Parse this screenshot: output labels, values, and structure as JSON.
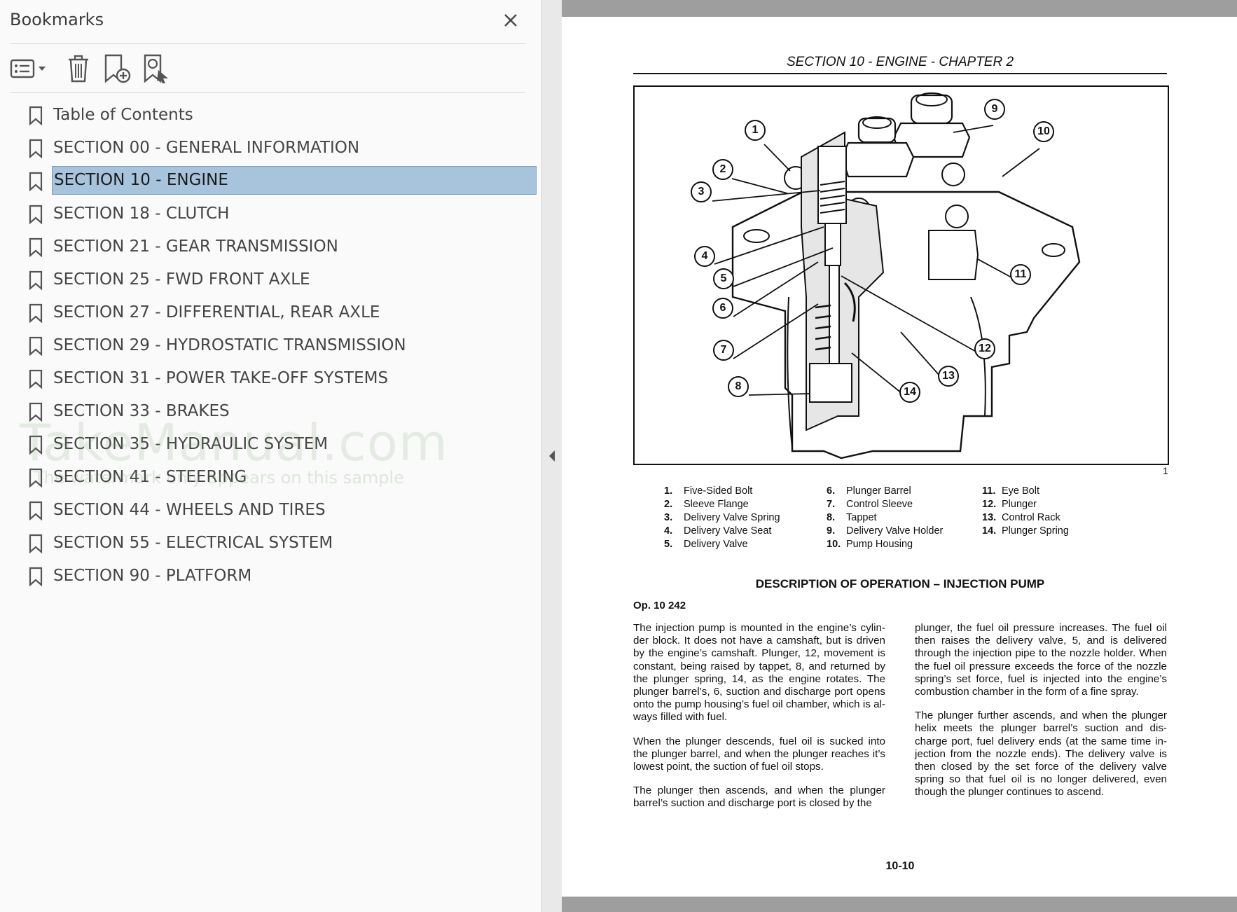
{
  "panel": {
    "title": "Bookmarks",
    "toolbar": [
      {
        "icon": "options-list-icon"
      },
      {
        "icon": "delete-bookmark-icon"
      },
      {
        "icon": "new-bookmark-icon"
      },
      {
        "icon": "find-bookmark-icon"
      }
    ],
    "bookmarks": [
      {
        "label": "Table of Contents"
      },
      {
        "label": "SECTION 00 - GENERAL INFORMATION"
      },
      {
        "label": "SECTION 10 - ENGINE",
        "selected": true
      },
      {
        "label": "SECTION 18 - CLUTCH"
      },
      {
        "label": "SECTION 21 - GEAR TRANSMISSION"
      },
      {
        "label": "SECTION 25 - FWD FRONT AXLE"
      },
      {
        "label": "SECTION 27 - DIFFERENTIAL, REAR AXLE"
      },
      {
        "label": "SECTION 29 - HYDROSTATIC TRANSMISSION"
      },
      {
        "label": "SECTION 31 - POWER TAKE-OFF SYSTEMS"
      },
      {
        "label": "SECTION 33 - BRAKES"
      },
      {
        "label": "SECTION 35 - HYDRAULIC SYSTEM"
      },
      {
        "label": "SECTION 41 - STEERING"
      },
      {
        "label": "SECTION 44 - WHEELS AND TIRES"
      },
      {
        "label": "SECTION 55 - ELECTRICAL SYSTEM"
      },
      {
        "label": "SECTION 90 - PLATFORM"
      }
    ],
    "watermark": {
      "main": "TakeManual.com",
      "sub": "The watermark only appears on this sample"
    },
    "selection_color": "#a7c4dc"
  },
  "document": {
    "running_head": "SECTION 10 - ENGINE - CHAPTER 2",
    "figure_number": "1",
    "callouts": [
      "1",
      "2",
      "3",
      "4",
      "5",
      "6",
      "7",
      "8",
      "9",
      "10",
      "11",
      "12",
      "13",
      "14"
    ],
    "legend": [
      [
        {
          "n": "1.",
          "t": "Five-Sided Bolt"
        },
        {
          "n": "2.",
          "t": "Sleeve Flange"
        },
        {
          "n": "3.",
          "t": "Delivery Valve Spring"
        },
        {
          "n": "4.",
          "t": "Delivery Valve Seat"
        },
        {
          "n": "5.",
          "t": "Delivery Valve"
        }
      ],
      [
        {
          "n": "6.",
          "t": "Plunger Barrel"
        },
        {
          "n": "7.",
          "t": "Control Sleeve"
        },
        {
          "n": "8.",
          "t": "Tappet"
        },
        {
          "n": "9.",
          "t": "Delivery Valve Holder"
        },
        {
          "n": "10.",
          "t": "Pump Housing"
        }
      ],
      [
        {
          "n": "11.",
          "t": "Eye Bolt"
        },
        {
          "n": "12.",
          "t": "Plunger"
        },
        {
          "n": "13.",
          "t": "Control Rack"
        },
        {
          "n": "14.",
          "t": "Plunger Spring"
        }
      ]
    ],
    "description_title": "DESCRIPTION OF OPERATION – INJECTION PUMP",
    "op_number": "Op. 10 242",
    "left_paragraphs": [
      "The injection pump is mounted in the engine’s cylin-der block. It does not have a camshaft, but is driven by the engine’s camshaft. Plunger, 12, movement is constant, being raised by tappet, 8, and returned by the plunger spring, 14, as the engine rotates. The plunger barrel’s, 6, suction and discharge port opens onto the pump housing’s fuel oil chamber, which is al-ways filled with fuel.",
      "When the plunger descends, fuel oil is sucked into the plunger barrel, and when the plunger reaches it’s lowest point, the suction of fuel oil stops.",
      "The plunger then ascends, and when the plunger barrel’s suction and discharge port is closed by the"
    ],
    "right_paragraphs": [
      "plunger, the fuel oil pressure increases. The fuel oil then raises the delivery valve, 5, and is delivered through the injection pipe to the nozzle holder. When the fuel oil pressure exceeds the force of the nozzle spring’s set force, fuel is injected into the engine’s combustion chamber in the form of a fine spray.",
      "The plunger further ascends, and when the plunger helix meets the plunger barrel’s suction and dis-charge port, fuel delivery ends (at the same time in-jection from the nozzle ends). The delivery valve is then closed by the set force of the delivery valve spring so that fuel oil is no longer delivered, even though the plunger continues to ascend."
    ],
    "page_number": "10-10"
  }
}
